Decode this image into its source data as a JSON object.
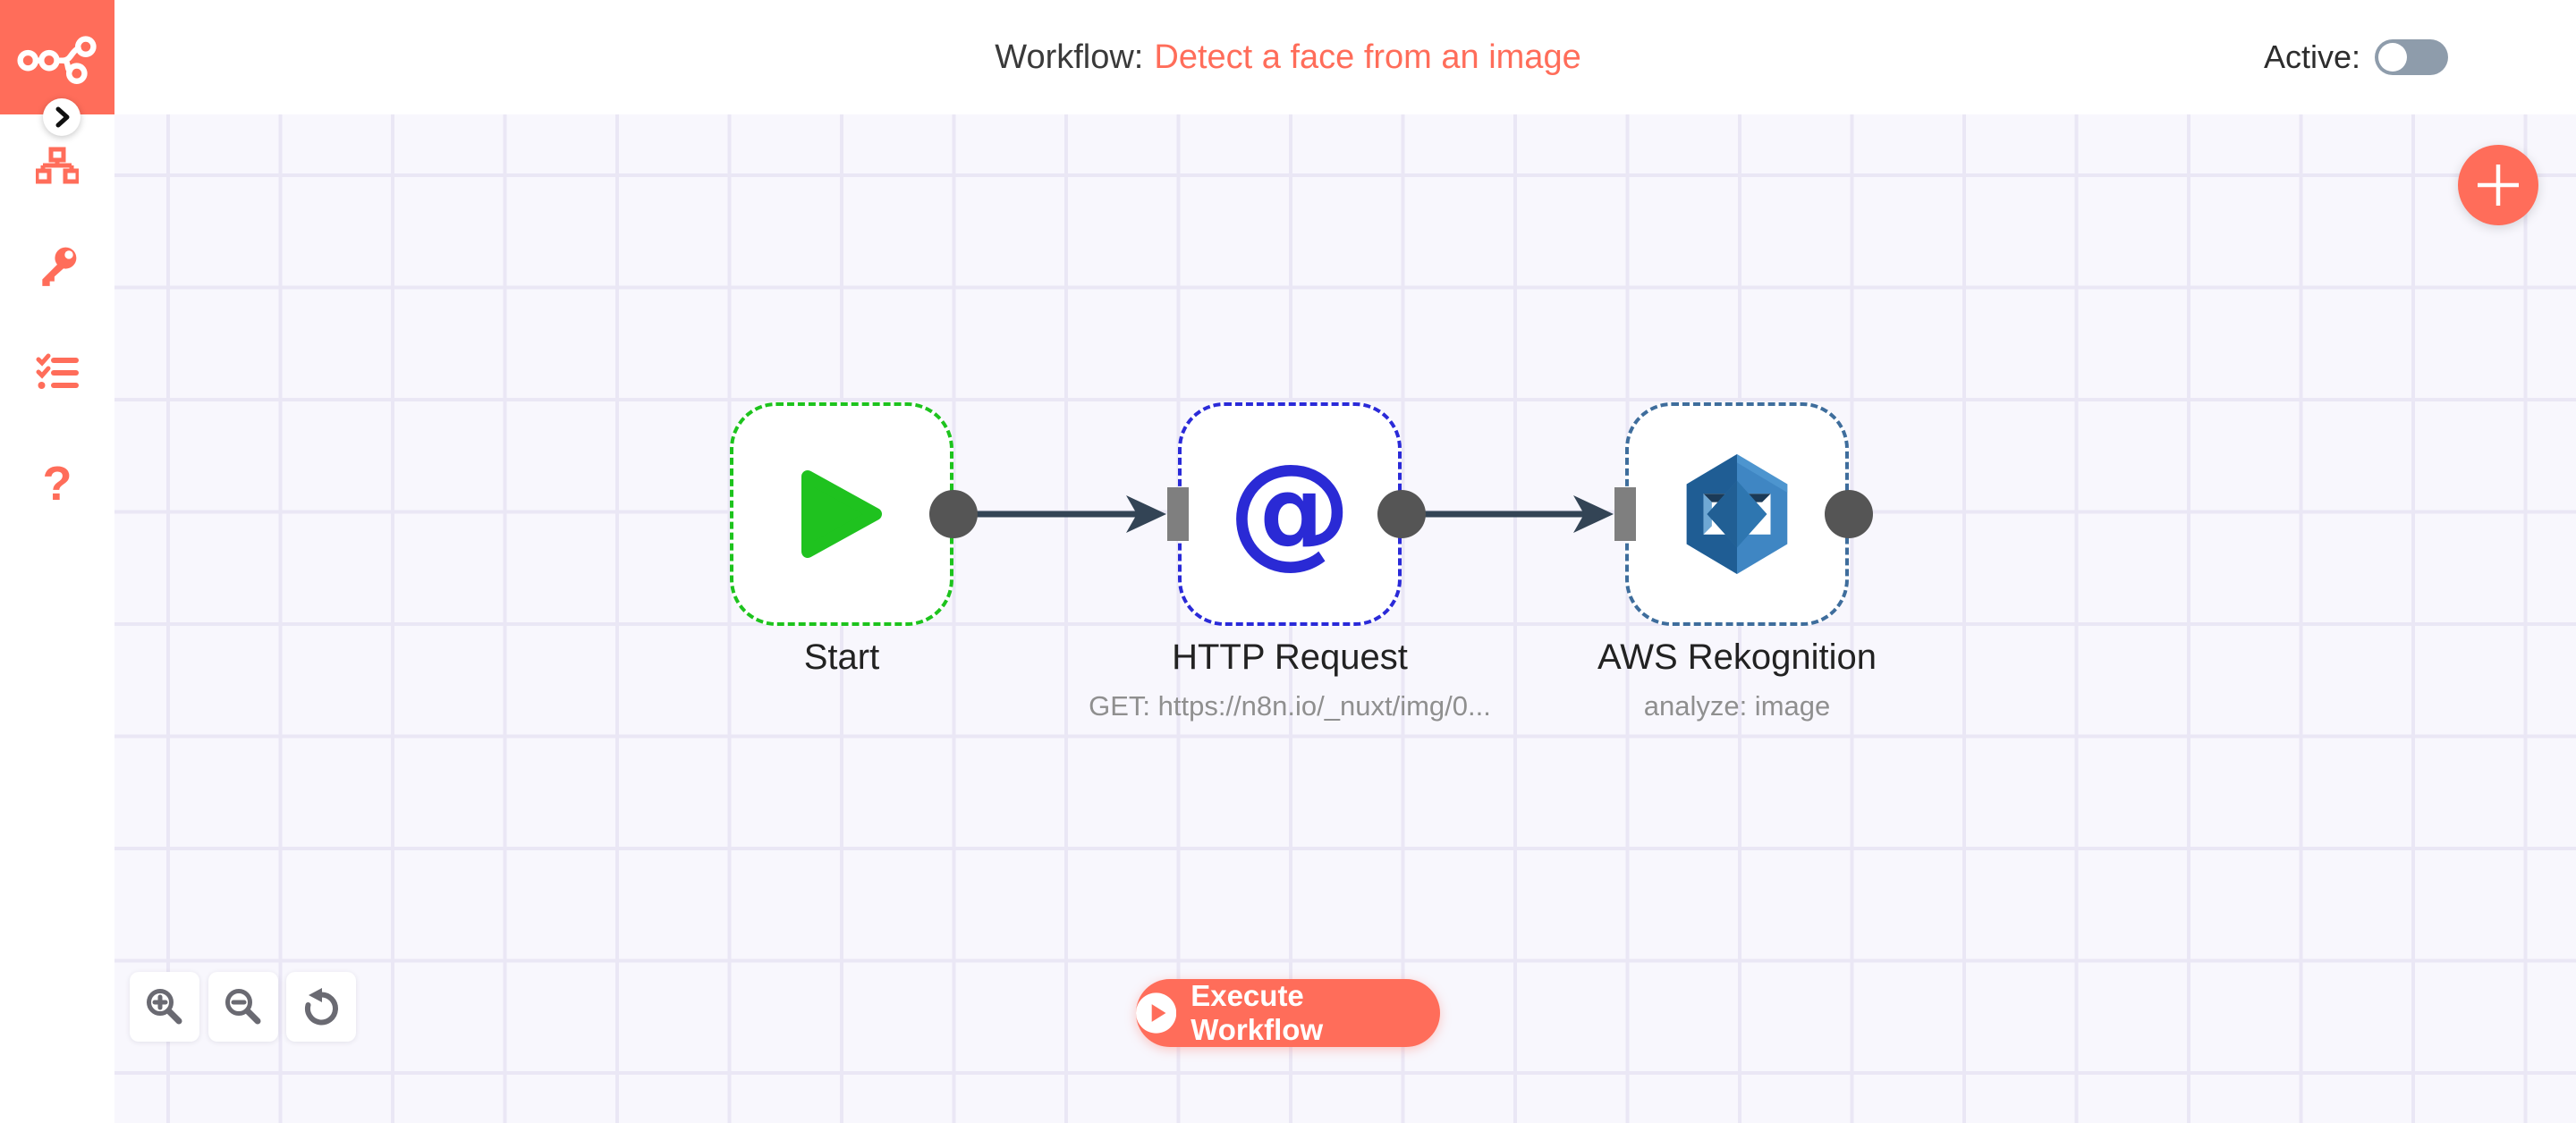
{
  "header": {
    "title_prefix": "Workflow:",
    "workflow_name": "Detect a face from an image",
    "active_label": "Active:",
    "active_state": "off"
  },
  "sidebar": {
    "logo_icon": "n8n-logo",
    "collapse_icon": "chevron-right-icon",
    "items": [
      {
        "icon": "workflows-sitemap-icon"
      },
      {
        "icon": "credentials-key-icon"
      },
      {
        "icon": "executions-checklist-icon"
      },
      {
        "icon": "help-question-icon",
        "glyph": "?"
      }
    ]
  },
  "canvas": {
    "nodes": [
      {
        "name": "Start",
        "subtitle": "",
        "icon": "play-icon",
        "border_color": "#1dc31d"
      },
      {
        "name": "HTTP Request",
        "subtitle": "GET: https://n8n.io/_nuxt/img/0...",
        "icon": "at-sign-icon",
        "glyph": "@",
        "border_color": "#2a2ad8"
      },
      {
        "name": "AWS Rekognition",
        "subtitle": "analyze: image",
        "icon": "aws-rekognition-icon",
        "border_color": "#3e6d9c"
      }
    ],
    "connections": [
      {
        "from": "Start",
        "to": "HTTP Request"
      },
      {
        "from": "HTTP Request",
        "to": "AWS Rekognition"
      }
    ],
    "controls": {
      "zoom_in_icon": "zoom-in-icon",
      "zoom_out_icon": "zoom-out-icon",
      "reset_zoom_icon": "undo-icon"
    },
    "execute_button": {
      "label": "Execute Workflow",
      "icon": "play-circle-icon"
    },
    "add_node_icon": "plus-icon"
  },
  "colors": {
    "accent": "#ff6d5a",
    "canvas_bg": "#f8f7fd",
    "grid_line": "#eae7f5",
    "connection": "#334455",
    "output_port": "#555555",
    "input_port": "#7f7f7f",
    "toggle_off_track": "#8e9cab",
    "node_label": "#222222",
    "node_subtitle": "#8f8f8f"
  }
}
